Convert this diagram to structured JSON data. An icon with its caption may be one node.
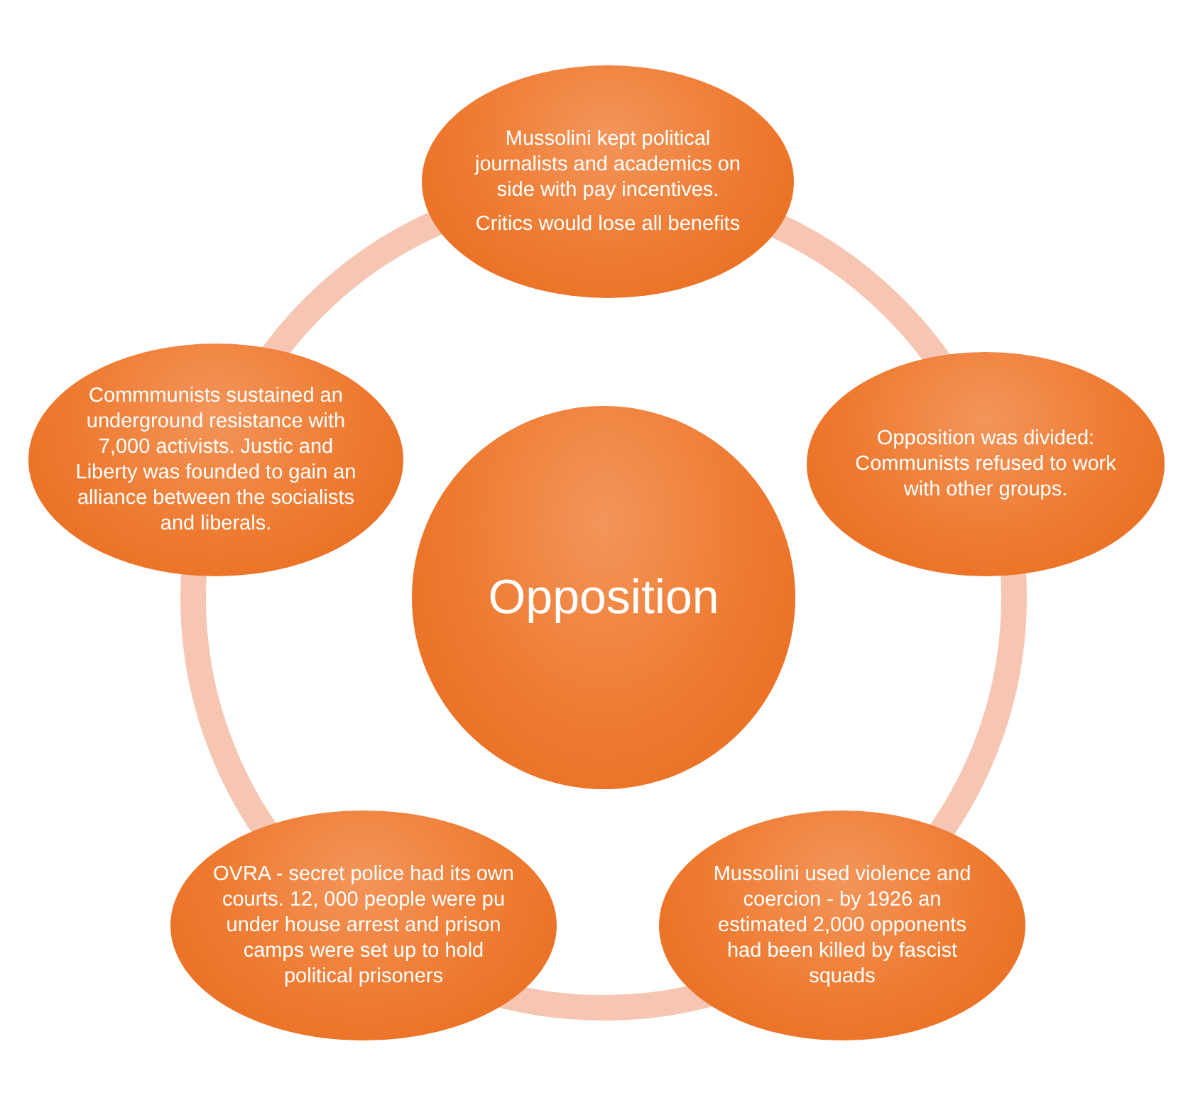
{
  "diagram": {
    "nodes": [
      {
        "text": [
          "Opposition"
        ]
      },
      {
        "text": [
          "Mussolini kept political journalists and academics on side with pay incentives.",
          "Critics would lose all benefits"
        ]
      },
      {
        "text": [
          "Opposition was divided: Communists refused to work with other groups."
        ]
      },
      {
        "text": [
          "Mussolini used violence and coercion - by 1926 an estimated 2,000 opponents had been killed by fascist squads"
        ]
      },
      {
        "text": [
          "OVRA - secret police had its own courts.  12, 000 people were pu under house arrest and prison camps were set up to hold political prisoners"
        ]
      },
      {
        "text": [
          "Commmunists sustained an underground resistance with 7,000 activists. Justic and Liberty was founded to gain an alliance between the socialists and liberals."
        ]
      }
    ]
  }
}
